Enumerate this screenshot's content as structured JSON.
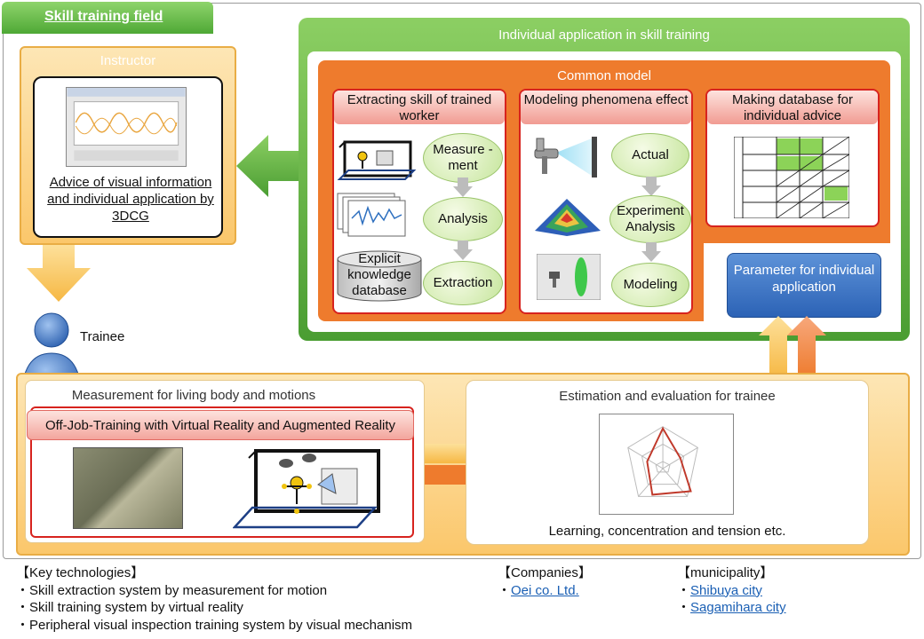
{
  "tab_title": "Skill training field",
  "instructor": {
    "title": "Instructor",
    "caption": "Advice of visual information and individual application by 3DCG"
  },
  "trainee_label": "Trainee",
  "individual_app_title": "Individual application in skill training",
  "common_model_title": "Common model",
  "columns": [
    {
      "header": "Extracting skill of trained worker",
      "steps": [
        "Measure -ment",
        "Analysis",
        "Extraction"
      ],
      "database_label": "Explicit knowledge database"
    },
    {
      "header": "Modeling phenomena effect",
      "steps": [
        "Actual",
        "Experiment Analysis",
        "Modeling"
      ]
    },
    {
      "header": "Making database for individual advice"
    }
  ],
  "parameter_box": "Parameter for individual application",
  "measurement": {
    "title": "Measurement for living body and motions",
    "ojt_label": "Off-Job-Training with Virtual Reality and Augmented Reality"
  },
  "estimation": {
    "title": "Estimation and evaluation for trainee",
    "footer": "Learning, concentration and tension etc."
  },
  "key_technologies": {
    "title": "【Key technologies】",
    "items": [
      "・Skill extraction system by measurement for motion",
      "・Skill training system by virtual reality",
      "・Peripheral visual inspection training system by visual mechanism"
    ]
  },
  "companies": {
    "title": "【Companies】",
    "bullet": "・",
    "items": [
      "Oei co. Ltd."
    ]
  },
  "municipality": {
    "title": "【municipality】",
    "bullet": "・",
    "items": [
      "Shibuya city",
      "Sagamihara city"
    ]
  },
  "colors": {
    "green": "#4ea835",
    "orange": "#ee7b2d",
    "red_border": "#d7231e",
    "blue_box": "#2c63b6",
    "light_orange": "#fbc76b"
  }
}
